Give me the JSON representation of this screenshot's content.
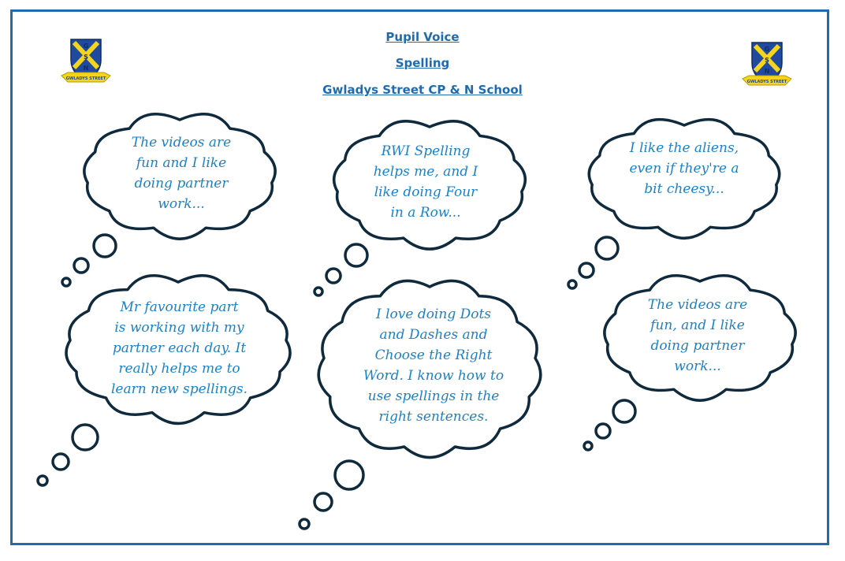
{
  "header": {
    "title": "Pupil Voice",
    "subtitle": "Spelling",
    "school": "Gwladys Street CP & N School"
  },
  "logo": {
    "initials": [
      "G",
      "S",
      "N"
    ],
    "ribbon": "GWLADYS STREET",
    "colors": {
      "shield_blue": "#1f4aa0",
      "shield_yellow": "#f4d51c",
      "ribbon_yellow": "#f4d51c"
    }
  },
  "colors": {
    "border": "#1f6bb0",
    "text": "#1c82c8",
    "bubble_outline": "#0f2a3d"
  },
  "bubbles": [
    {
      "lines": [
        "The videos are",
        "fun and I like",
        "doing partner",
        "work..."
      ]
    },
    {
      "lines": [
        "RWI Spelling",
        "helps me, and I",
        "like doing Four",
        "in a Row..."
      ]
    },
    {
      "lines": [
        "I like the aliens,",
        "even if they're a",
        "bit cheesy..."
      ]
    },
    {
      "lines": [
        "Mr favourite part",
        "is working with my",
        "partner each day. It",
        "really helps me to",
        "learn new spellings."
      ]
    },
    {
      "lines": [
        "I love doing Dots",
        "and Dashes and",
        "Choose the Right",
        "Word. I know how to",
        "use spellings in the",
        "right sentences."
      ]
    },
    {
      "lines": [
        "The videos are",
        "fun, and I like",
        "doing partner",
        "work..."
      ]
    }
  ]
}
